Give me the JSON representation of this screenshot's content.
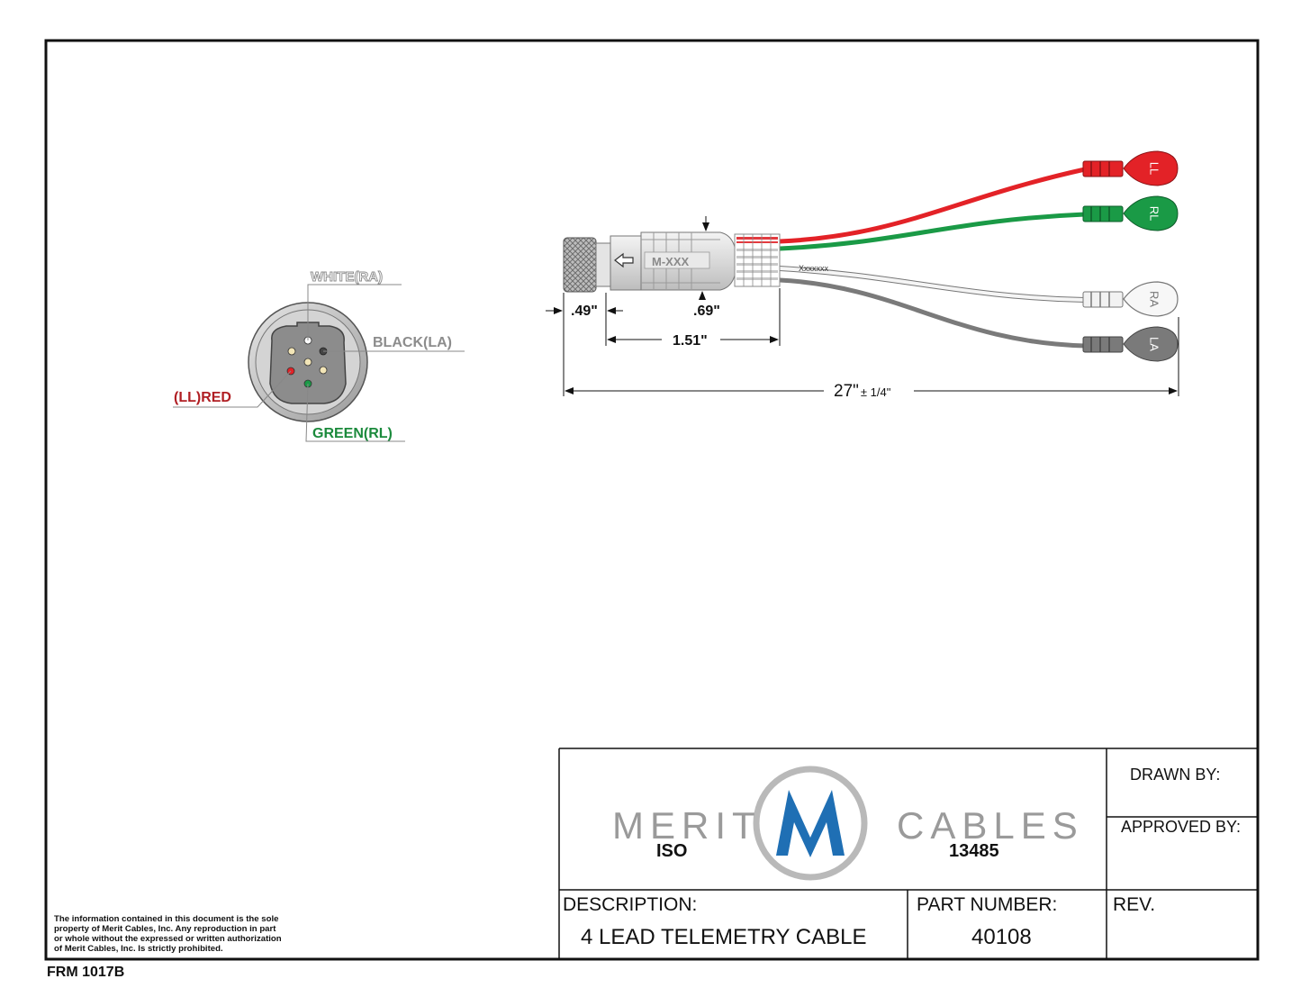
{
  "connector": {
    "pins": {
      "white": "WHITE(RA)",
      "black": "BLACK(LA)",
      "red": "(LL)RED",
      "green": "GREEN(RL)"
    },
    "colors": {
      "red": "#b01e23",
      "green": "#1b8a3c",
      "gray": "#8c8c8c"
    }
  },
  "cable": {
    "marking": "M-XXX",
    "cable_print": "Xxxxxxx",
    "dim_a": ".49\"",
    "dim_b": ".69\"",
    "dim_c": "1.51\"",
    "overall_length": "27\"",
    "tolerance": "± 1/4\"",
    "leads": [
      {
        "label": "LL",
        "color": "#e32227"
      },
      {
        "label": "RL",
        "color": "#1a9a46"
      },
      {
        "label": "RA",
        "color": "#f2f2f2"
      },
      {
        "label": "LA",
        "color": "#7a7a7a"
      }
    ]
  },
  "title_block": {
    "company_left": "MERIT",
    "company_right": "CABLES",
    "logo_letter": "M",
    "cert_left": "ISO",
    "cert_right": "13485",
    "drawn_by_label": "DRAWN BY:",
    "approved_by_label": "APPROVED BY:",
    "description_label": "DESCRIPTION:",
    "description_value": "4 LEAD TELEMETRY CABLE",
    "part_number_label": "PART NUMBER:",
    "part_number_value": "40108",
    "rev_label": "REV.",
    "rev_value": ""
  },
  "disclaimer_lines": [
    "The information contained in this document is the sole",
    "property of Merit Cables, Inc. Any reproduction in part",
    "or whole without the expressed or written authorization",
    "of Merit Cables, Inc. Is strictly prohibited."
  ],
  "form_number": "FRM 1017B"
}
